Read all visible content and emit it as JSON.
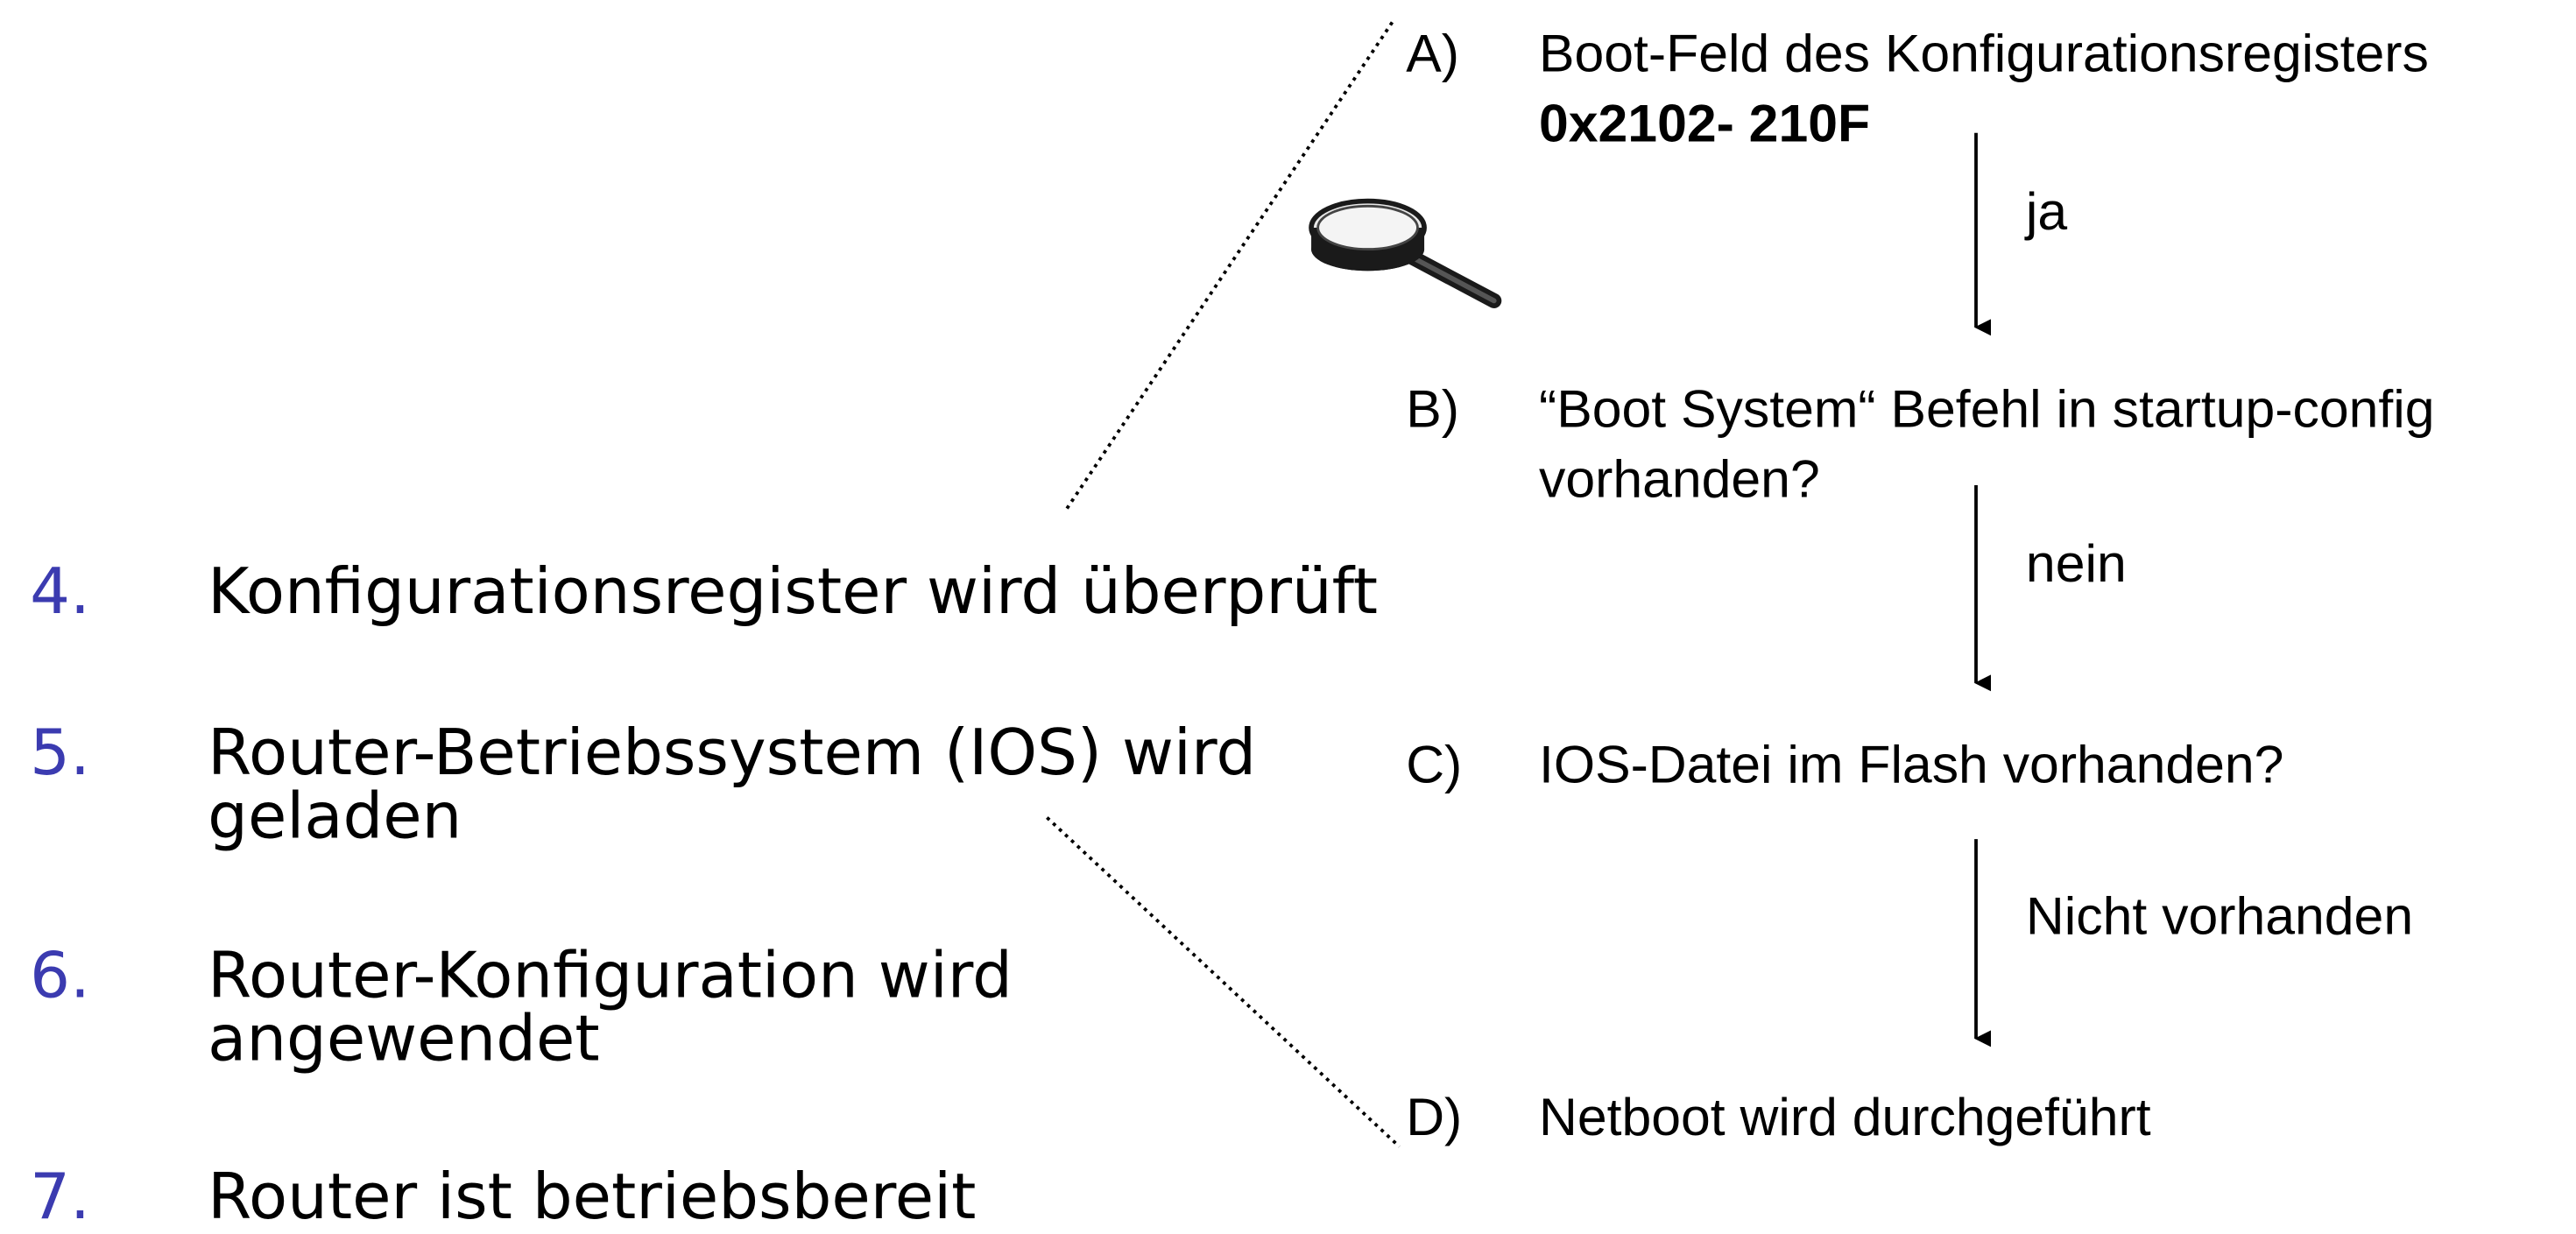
{
  "steps": [
    {
      "number": "4.",
      "lines": [
        "Konfigurationsregister wird überprüft"
      ]
    },
    {
      "number": "5.",
      "lines": [
        "Router-Betriebssystem (IOS) wird",
        "geladen"
      ]
    },
    {
      "number": "6.",
      "lines": [
        "Router-Konfiguration wird",
        "angewendet"
      ]
    },
    {
      "number": "7.",
      "lines": [
        "Router ist betriebsbereit"
      ]
    }
  ],
  "flow": {
    "nodes": [
      {
        "letter": "A)",
        "lines": [
          "Boot-Feld des Konfigurationsregisters"
        ],
        "bold_line": "0x2102- 210F"
      },
      {
        "letter": "B)",
        "lines": [
          "“Boot System“ Befehl in startup-config",
          "vorhanden?"
        ]
      },
      {
        "letter": "C)",
        "lines": [
          "IOS-Datei im Flash vorhanden?"
        ]
      },
      {
        "letter": "D)",
        "lines": [
          "Netboot wird durchgeführt"
        ]
      }
    ],
    "edges": [
      {
        "from": "A)",
        "to": "B)",
        "label": "ja"
      },
      {
        "from": "B)",
        "to": "C)",
        "label": "nein"
      },
      {
        "from": "C)",
        "to": "D)",
        "label": "Nicht vorhanden"
      }
    ]
  },
  "icons": {
    "magnifier": "magnifying-glass-icon"
  },
  "colors": {
    "step_number": "#3b3bb0",
    "text": "#000000",
    "background": "#ffffff"
  }
}
